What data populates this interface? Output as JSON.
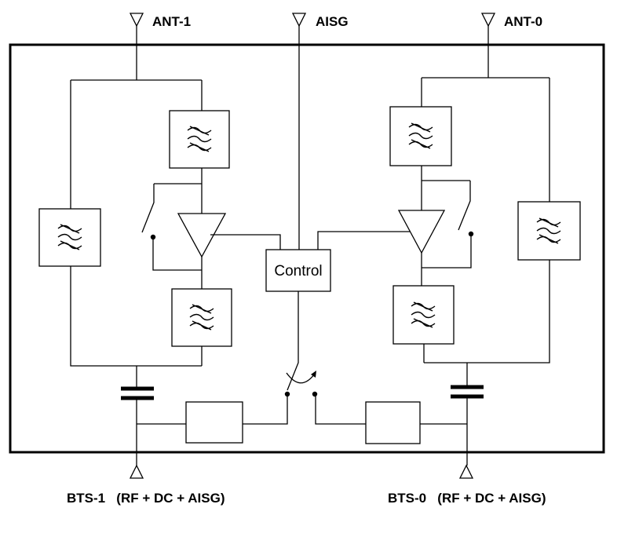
{
  "labels": {
    "ant1": "ANT-1",
    "aisg": "AISG",
    "ant0": "ANT-0",
    "bts1": "BTS-1   (RF + DC + AISG)",
    "bts0": "BTS-0   (RF + DC + AISG)"
  },
  "control": "Control"
}
